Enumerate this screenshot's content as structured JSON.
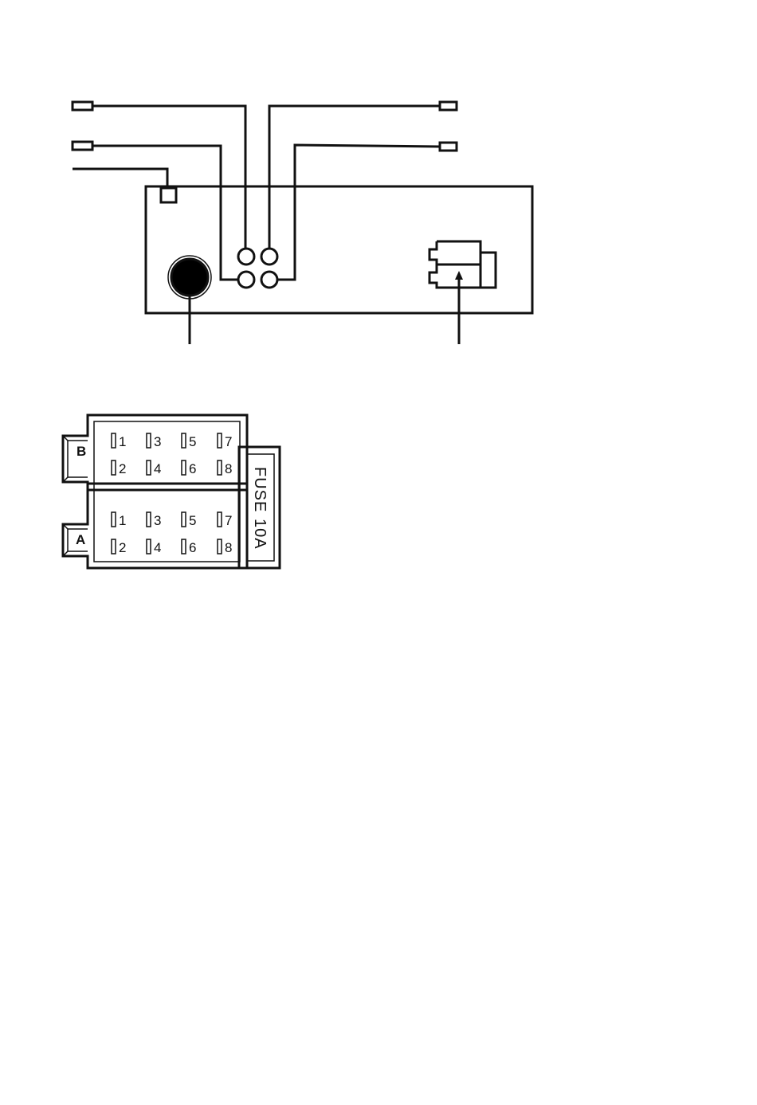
{
  "connector_b": {
    "label": "B",
    "pins": [
      "1",
      "2",
      "3",
      "4",
      "5",
      "6",
      "7",
      "8"
    ]
  },
  "connector_a": {
    "label": "A",
    "pins": [
      "1",
      "2",
      "3",
      "4",
      "5",
      "6",
      "7",
      "8"
    ]
  },
  "fuse": {
    "label": "FUSE",
    "rating": "10A"
  }
}
